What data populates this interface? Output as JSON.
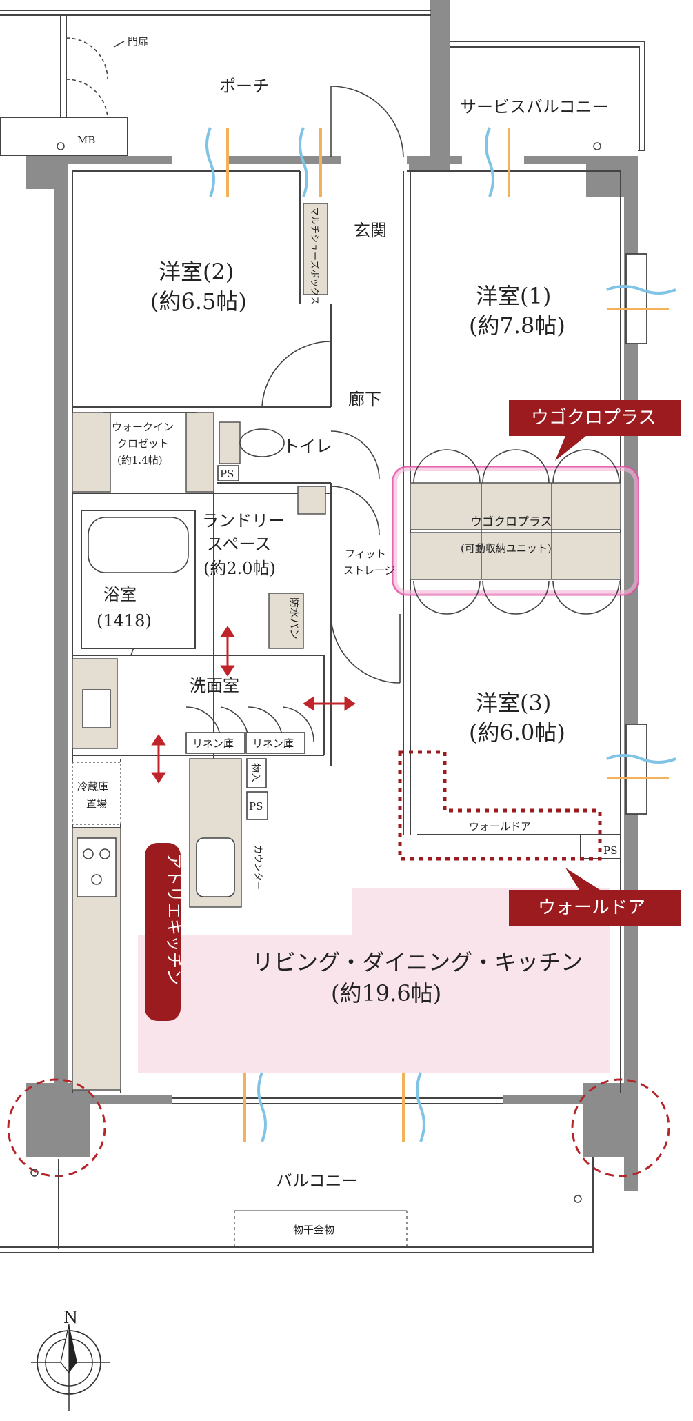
{
  "rooms": {
    "gate": "門扉",
    "porch": "ポーチ",
    "mb": "MB",
    "service_balcony": "サービスバルコニー",
    "entrance": "玄関",
    "shoe_box": "マルチシューズボックス",
    "western2_name": "洋室(2)",
    "western2_size": "(約6.5帖)",
    "western1_name": "洋室(1)",
    "western1_size": "(約7.8帖)",
    "hallway": "廊下",
    "walkin_line1": "ウォークイン",
    "walkin_line2": "クロゼット",
    "walkin_line3": "(約1.4帖)",
    "toilet": "トイレ",
    "ps": "PS",
    "laundry_line1": "ランドリー",
    "laundry_line2": "スペース",
    "laundry_line3": "(約2.0帖)",
    "fit_storage_line1": "フィット",
    "fit_storage_line2": "ストレージ",
    "bath_name": "浴室",
    "bath_size": "(1418)",
    "waterproof_pan": "防水パン",
    "washroom": "洗面室",
    "linen1": "リネン庫",
    "linen2": "リネン庫",
    "storage": "物入",
    "fridge_line1": "冷蔵庫",
    "fridge_line2": "置場",
    "counter": "カウンター",
    "atelier_kitchen": "アトリエキッチン",
    "ldk_name": "リビング・ダイニング・キッチン",
    "ldk_size": "(約19.6帖)",
    "western3_name": "洋室(3)",
    "western3_size": "(約6.0帖)",
    "wall_door_small": "ウォールドア",
    "balcony": "バルコニー",
    "clothes_pole": "物干金物",
    "compass_n": "N"
  },
  "callouts": {
    "ugokuro_banner": "ウゴクロプラス",
    "ugokuro_unit_line1": "ウゴクロプラス",
    "ugokuro_unit_line2": "(可動収納ユニット)",
    "wall_door_banner": "ウォールドア"
  },
  "colors": {
    "banner_red": "#9b1b1f",
    "ldk_pink": "#f9e4ec",
    "ugokuro_glow": "#e04aa0",
    "wall_gray": "#8c8c8c",
    "fixture_beige": "#e3ddd2",
    "airflow_blue": "#7fc3e6",
    "airflow_orange": "#f2b25a"
  }
}
